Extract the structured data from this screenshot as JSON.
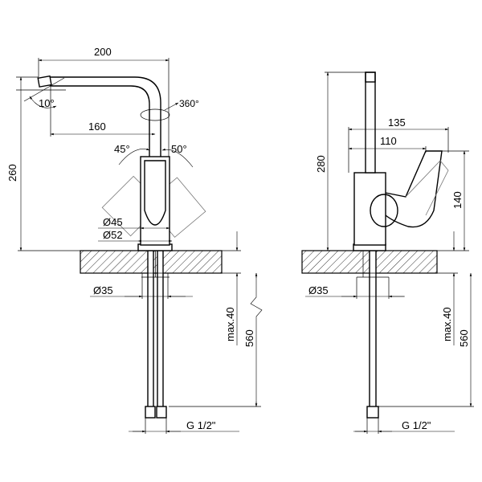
{
  "front_view": {
    "spout_length": "200",
    "spout_angle": "10°",
    "rotation": "360°",
    "reach": "160",
    "lever_left_angle": "45°",
    "lever_right_angle": "50°",
    "total_height": "260",
    "body_diameter": "Ø45",
    "base_diameter": "Ø52",
    "hole_diameter": "Ø35",
    "max_thickness": "max.40",
    "hose_length": "560",
    "connection": "G 1/2\""
  },
  "side_view": {
    "height": "280",
    "lever_reach": "135",
    "body_reach": "110",
    "lever_height": "140",
    "hole_diameter": "Ø35",
    "max_thickness": "max.40",
    "hose_length": "560",
    "connection": "G 1/2\""
  }
}
